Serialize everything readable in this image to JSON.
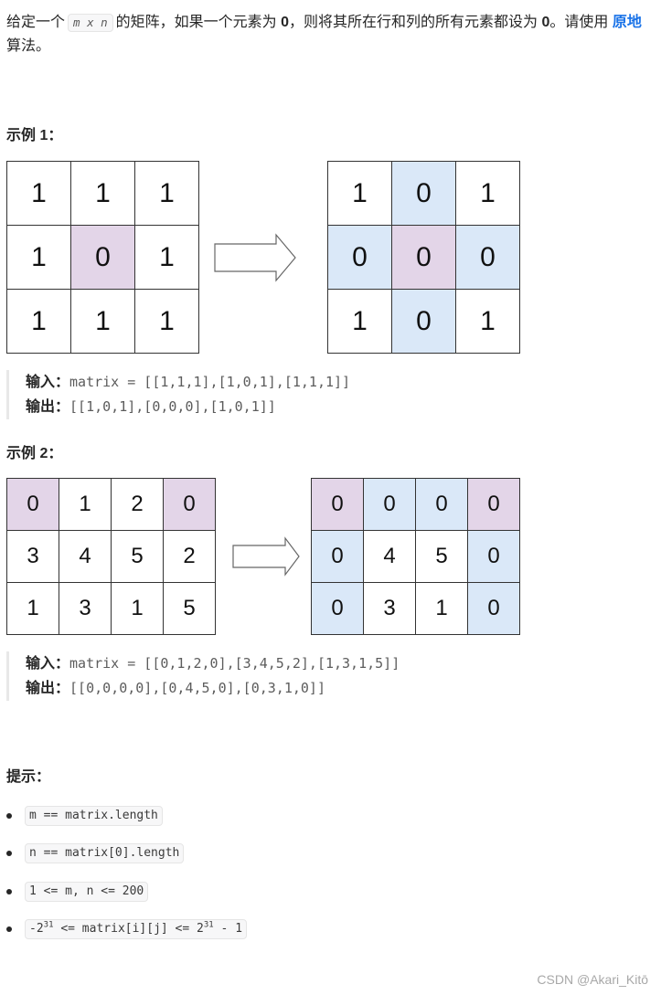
{
  "intro": {
    "text_a": "给定一个",
    "code_mn": "m x n",
    "text_b": "的矩阵，如果一个元素为",
    "zero_a": "0",
    "text_c": "，则将其所在行和列的所有元素都设为",
    "zero_b": "0",
    "text_d": "。请使用",
    "link_inplace": "原地",
    "text_e": "算法。"
  },
  "examples": [
    {
      "heading": "示例 1：",
      "input_grid": [
        [
          "1",
          "1",
          "1"
        ],
        [
          "1",
          "0",
          "1"
        ],
        [
          "1",
          "1",
          "1"
        ]
      ],
      "output_grid": [
        [
          "1",
          "0",
          "1"
        ],
        [
          "0",
          "0",
          "0"
        ],
        [
          "1",
          "0",
          "1"
        ]
      ],
      "input_label": "输入：",
      "input_value": "matrix = [[1,1,1],[1,0,1],[1,1,1]]",
      "output_label": "输出：",
      "output_value": "[[1,0,1],[0,0,0],[1,0,1]]"
    },
    {
      "heading": "示例 2：",
      "input_grid": [
        [
          "0",
          "1",
          "2",
          "0"
        ],
        [
          "3",
          "4",
          "5",
          "2"
        ],
        [
          "1",
          "3",
          "1",
          "5"
        ]
      ],
      "output_grid": [
        [
          "0",
          "0",
          "0",
          "0"
        ],
        [
          "0",
          "4",
          "5",
          "0"
        ],
        [
          "0",
          "3",
          "1",
          "0"
        ]
      ],
      "input_label": "输入：",
      "input_value": "matrix = [[0,1,2,0],[3,4,5,2],[1,3,1,5]]",
      "output_label": "输出：",
      "output_value": "[[0,0,0,0],[0,4,5,0],[0,3,1,0]]"
    }
  ],
  "hints": {
    "heading": "提示：",
    "items": [
      "m == matrix.length",
      "n == matrix[0].length",
      "1 <= m, n <= 200"
    ],
    "item4": {
      "a": "-2",
      "sup_a": "31",
      "b": " <= matrix[i][j] <= 2",
      "sup_b": "31",
      "c": " - 1"
    }
  },
  "colors": {
    "zero_source": "#e3d5e8",
    "zeroed": "#dae8f8",
    "link": "#1a73e8"
  },
  "watermark": "CSDN @Akari_Kitō"
}
